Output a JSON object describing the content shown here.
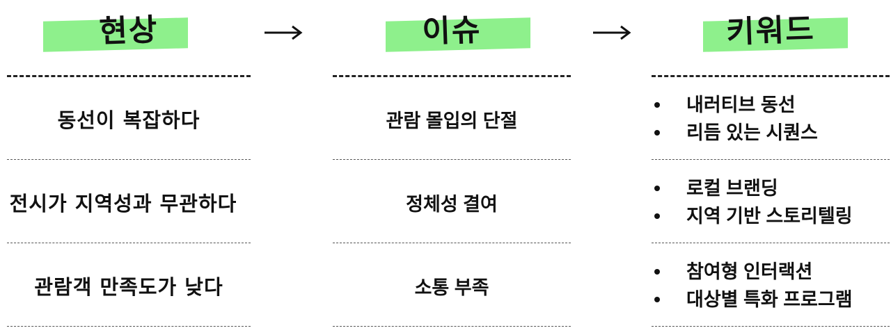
{
  "columns": [
    {
      "heading": "현상",
      "items": [
        "동선이 복잡하다",
        "전시가 지역성과 무관하다",
        "관람객 만족도가 낮다"
      ]
    },
    {
      "heading": "이슈",
      "items": [
        "관람 몰입의 단절",
        "정체성 결여",
        "소통 부족"
      ]
    },
    {
      "heading": "키워드",
      "groups": [
        [
          "내러티브 동선",
          "리듬 있는 시퀀스"
        ],
        [
          "로컬 브랜딩",
          "지역 기반 스토리텔링"
        ],
        [
          "참여형 인터랙션",
          "대상별 특화 프로그램"
        ]
      ]
    }
  ],
  "colors": {
    "highlight": "#8ef08c",
    "text": "#111111"
  },
  "icons": {
    "arrow": "arrow-right-icon",
    "bullet": "bullet-dot-icon"
  }
}
